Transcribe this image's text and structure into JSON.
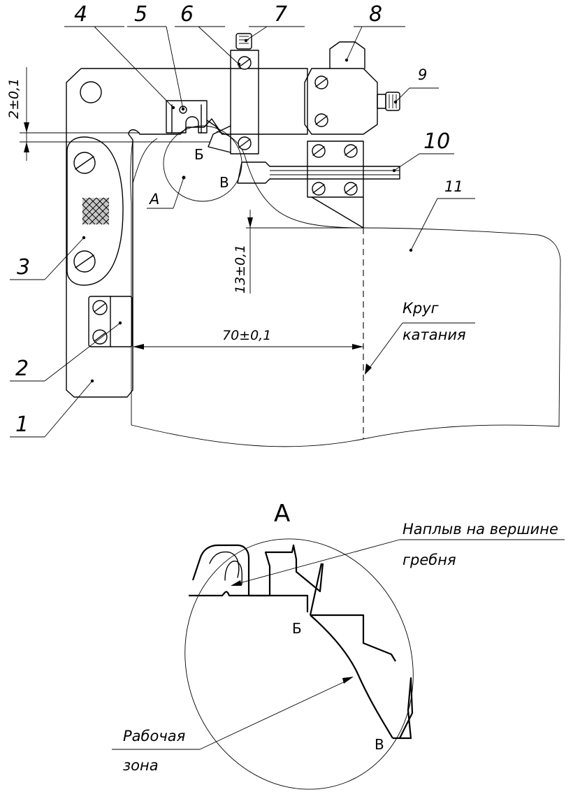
{
  "callouts": [
    "4",
    "5",
    "6",
    "7",
    "8",
    "9",
    "10",
    "11",
    "3",
    "2",
    "1"
  ],
  "view_marker": "A",
  "dimensions": {
    "top_gap": "2±0,1",
    "height": "13±0,1",
    "width": "70±0,1"
  },
  "points": {
    "b": "Б",
    "v": "В"
  },
  "rolling_circle": [
    "Круг",
    "катания"
  ],
  "detail": {
    "title": "А",
    "flange_note": [
      "Наплыв на вершине",
      "гребня"
    ],
    "working_zone": [
      "Рабочая",
      "зона"
    ]
  }
}
